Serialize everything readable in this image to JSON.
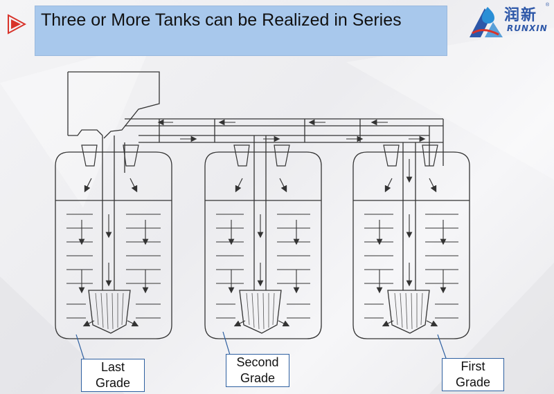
{
  "slide": {
    "title": "Three or More Tanks can be Realized in Series"
  },
  "logo": {
    "cn_text": "润新",
    "en_text": "RUNXIN",
    "registered_mark": "®",
    "brand_color": "#2d57a8"
  },
  "labels": [
    {
      "line1": "Last",
      "line2": "Grade"
    },
    {
      "line1": "Second",
      "line2": "Grade"
    },
    {
      "line1": "First",
      "line2": "Grade"
    }
  ],
  "colors": {
    "title_bar": "#a8c8ec",
    "accent_arrow": "#d8332a",
    "label_border": "#2d5fa0",
    "line": "#333333"
  }
}
